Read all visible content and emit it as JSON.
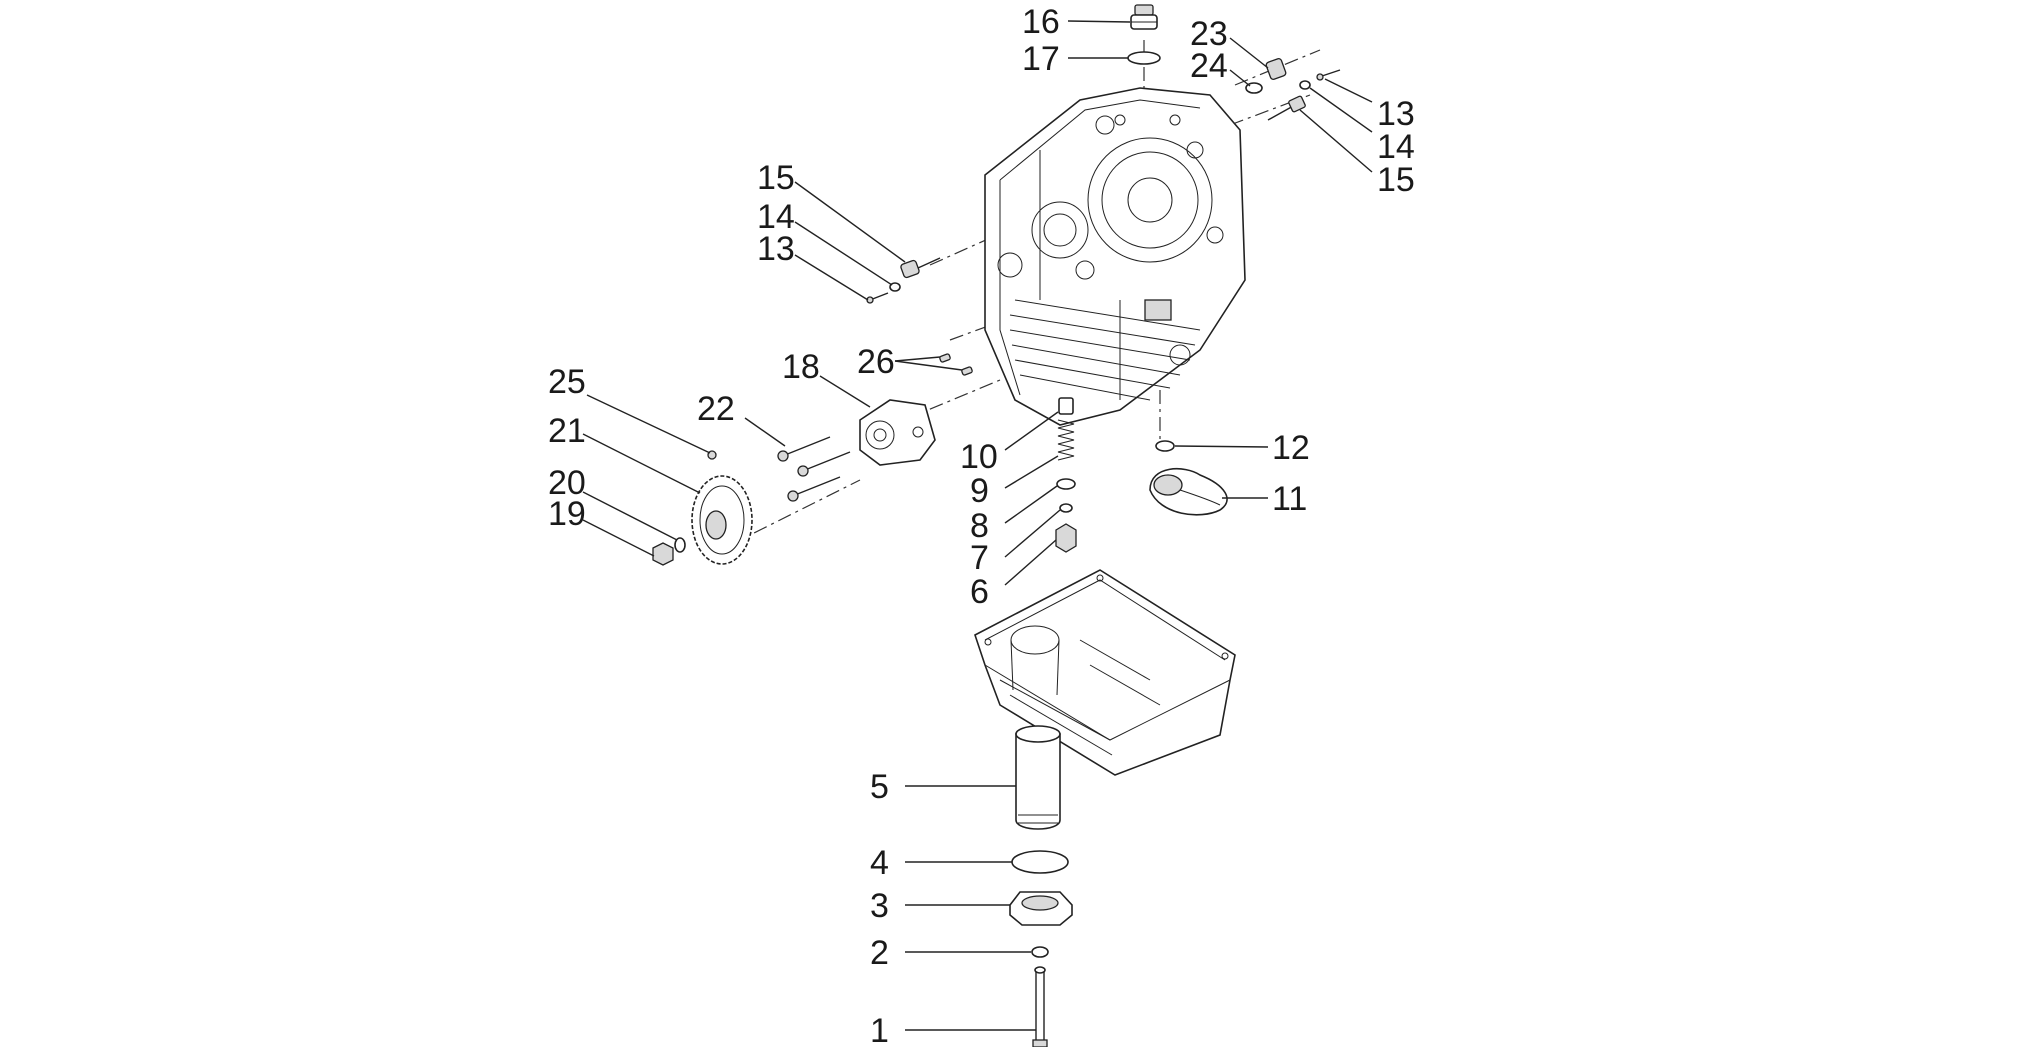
{
  "callouts": [
    {
      "id": "c16",
      "text": "16"
    },
    {
      "id": "c17",
      "text": "17"
    },
    {
      "id": "c23",
      "text": "23"
    },
    {
      "id": "c24",
      "text": "24"
    },
    {
      "id": "c13a",
      "text": "13"
    },
    {
      "id": "c14a",
      "text": "14"
    },
    {
      "id": "c15a",
      "text": "15"
    },
    {
      "id": "c15b",
      "text": "15"
    },
    {
      "id": "c14b",
      "text": "14"
    },
    {
      "id": "c13b",
      "text": "13"
    },
    {
      "id": "c26",
      "text": "26"
    },
    {
      "id": "c18",
      "text": "18"
    },
    {
      "id": "c25",
      "text": "25"
    },
    {
      "id": "c22",
      "text": "22"
    },
    {
      "id": "c21",
      "text": "21"
    },
    {
      "id": "c20",
      "text": "20"
    },
    {
      "id": "c19",
      "text": "19"
    },
    {
      "id": "c12",
      "text": "12"
    },
    {
      "id": "c10",
      "text": "10"
    },
    {
      "id": "c9",
      "text": "9"
    },
    {
      "id": "c11",
      "text": "11"
    },
    {
      "id": "c8",
      "text": "8"
    },
    {
      "id": "c7",
      "text": "7"
    },
    {
      "id": "c6",
      "text": "6"
    },
    {
      "id": "c5",
      "text": "5"
    },
    {
      "id": "c4",
      "text": "4"
    },
    {
      "id": "c3",
      "text": "3"
    },
    {
      "id": "c2",
      "text": "2"
    },
    {
      "id": "c1",
      "text": "1"
    }
  ]
}
